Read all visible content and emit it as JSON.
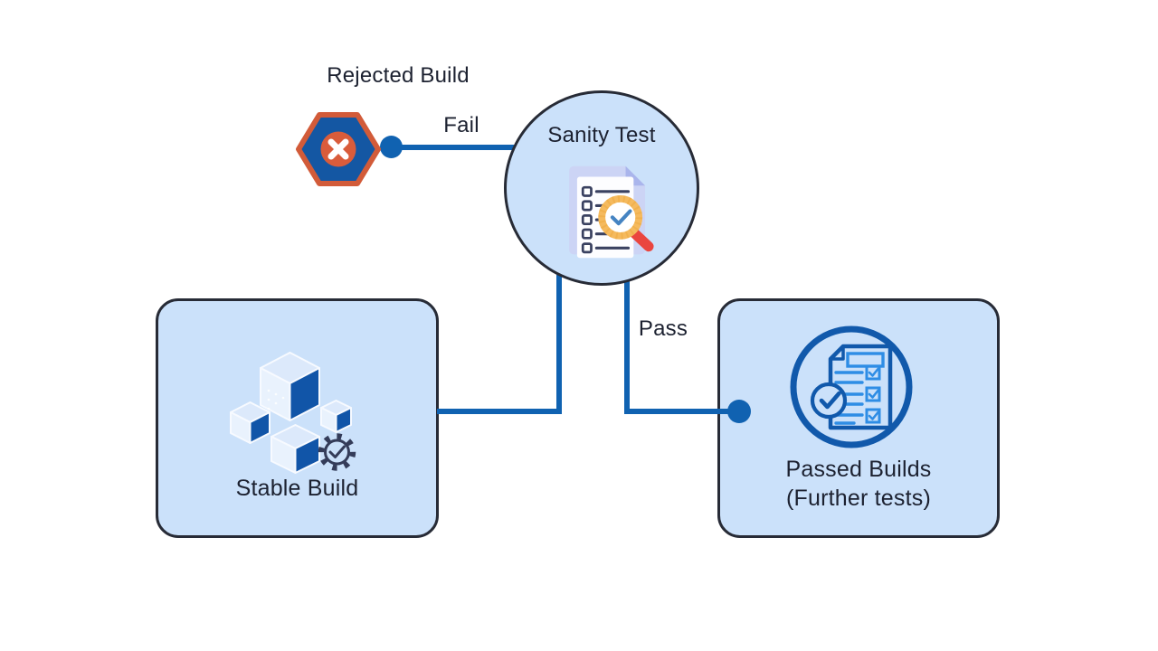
{
  "colors": {
    "node_fill": "#cbe1fa",
    "node_border": "#272b36",
    "connector_blue": "#1062b1",
    "label_text": "#1c2130",
    "hexagon_fill": "#1457a3",
    "hexagon_border": "#d25b39",
    "error_badge": "#d95c3b",
    "icon_dark_blue": "#1159ab",
    "icon_light_blue": "#2e8de5",
    "magnifier_ring": "#f5ba5e",
    "magnifier_handle": "#ea453f"
  },
  "nodes": {
    "rejected_build": {
      "label": "Rejected Build",
      "icon": "rejected-hexagon-x-icon"
    },
    "sanity_test": {
      "label": "Sanity Test",
      "icon": "checklist-magnifier-icon"
    },
    "stable_build": {
      "label": "Stable Build",
      "icon": "build-cubes-gear-icon"
    },
    "passed_builds": {
      "label": "Passed Builds",
      "sublabel": "(Further tests)",
      "icon": "approved-checklist-icon"
    }
  },
  "edges": {
    "fail": {
      "label": "Fail",
      "from": "Sanity Test",
      "to": "Rejected Build"
    },
    "pass": {
      "label": "Pass",
      "from": "Sanity Test",
      "to": "Passed Builds"
    },
    "stable": {
      "from": "Stable Build",
      "to": "Sanity Test"
    }
  }
}
